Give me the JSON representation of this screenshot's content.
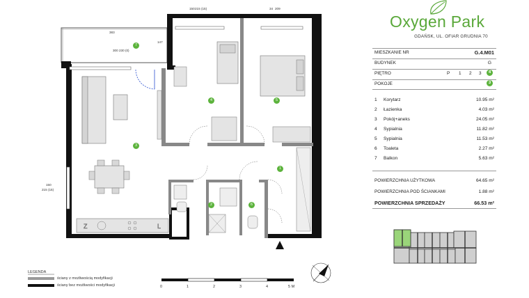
{
  "brand": {
    "name": "Oxygen Park",
    "address": "GDAŃSK, UL. OFIAR GRUDNIA 70",
    "accent_color": "#5aa83a"
  },
  "apartment": {
    "number_label": "MIESZKANIE NR",
    "number_value": "G.4.M01",
    "building_label": "BUDYNEK",
    "building_value": "G",
    "floor_label": "PIĘTRO",
    "floors": [
      "P",
      "1",
      "2",
      "3"
    ],
    "floor_current": "4",
    "rooms_label": "POKOJE",
    "rooms_value": "3"
  },
  "rooms": [
    {
      "no": "1",
      "name": "Korytarz",
      "area": "10.95 m²"
    },
    {
      "no": "2",
      "name": "Łazienka",
      "area": "4.03 m²"
    },
    {
      "no": "3",
      "name": "Pokój+aneks",
      "area": "24.05 m²"
    },
    {
      "no": "4",
      "name": "Sypialnia",
      "area": "11.82 m²"
    },
    {
      "no": "5",
      "name": "Sypialnia",
      "area": "11.53 m²"
    },
    {
      "no": "6",
      "name": "Toaleta",
      "area": "2.27 m²"
    },
    {
      "no": "7",
      "name": "Balkon",
      "area": "5.63 m²"
    }
  ],
  "totals": [
    {
      "label": "POWIERZCHNIA UŻYTKOWA",
      "value": "64.65 m²"
    },
    {
      "label": "POWIERZCHNIA POD ŚCIANKAMI",
      "value": "1.88 m²"
    },
    {
      "label": "POWIERZCHNIA SPRZEDAŻY",
      "value": "66.53 m²"
    }
  ],
  "legend": {
    "title": "LEGENDA",
    "items": [
      {
        "label": "ściany z możliwością modyfikacji",
        "color": "#9a9a9a"
      },
      {
        "label": "ściany bez możliwości modyfikacji",
        "color": "#111111"
      }
    ]
  },
  "scale": {
    "ticks": [
      "0",
      "1",
      "2",
      "3",
      "4",
      "5 M"
    ]
  },
  "plan_labels": {
    "r1": "1",
    "r2": "2",
    "r3": "3",
    "r4": "4",
    "r5": "5",
    "r6": "6",
    "r7": "7",
    "dims": {
      "balcony_w": "383",
      "balcony_h1": "300",
      "balcony_h2": "230 (0)",
      "balcony_side": "147",
      "top1a": "150",
      "top1b": "215 (15)",
      "top2a": "34",
      "top2b": "209",
      "left_a": "150",
      "left_b": "215 (15)"
    }
  }
}
